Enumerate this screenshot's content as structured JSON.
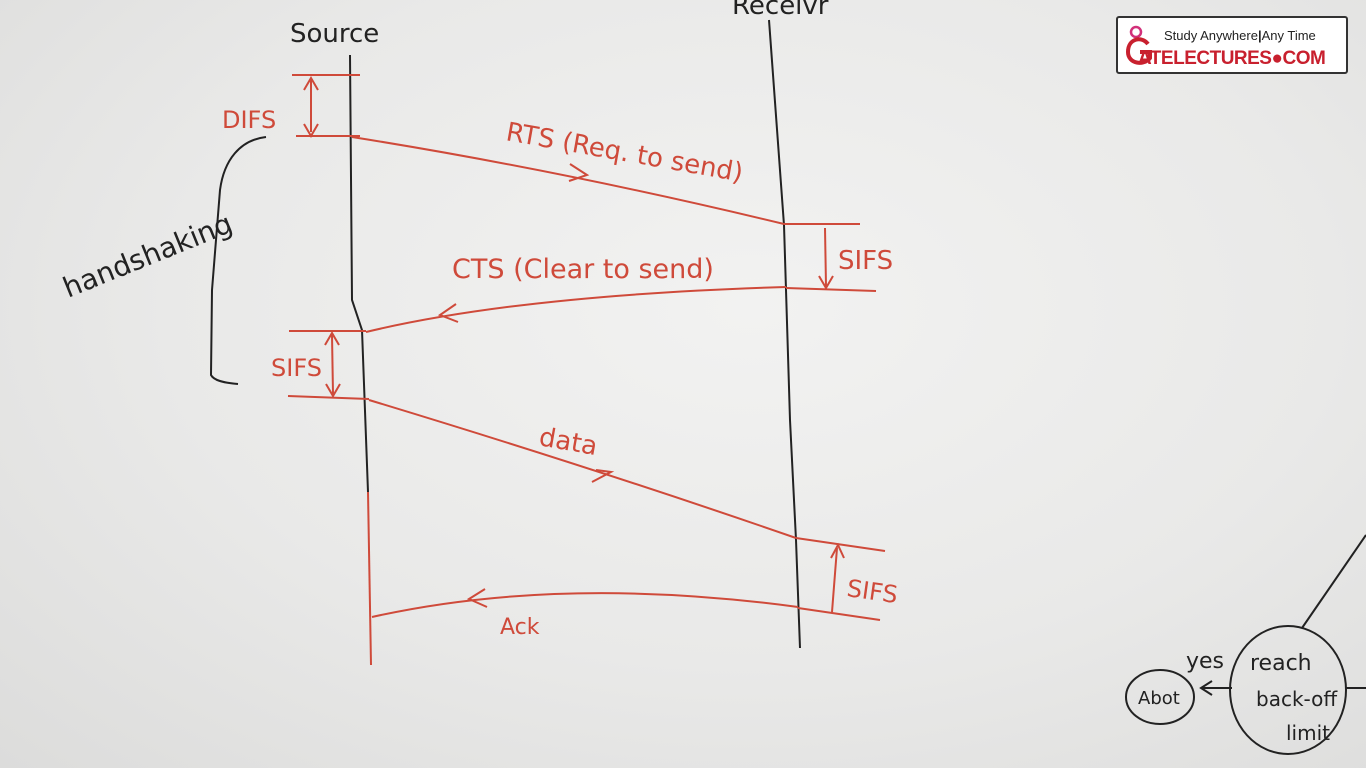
{
  "whiteboard": {
    "source_label": "Source",
    "receiver_label": "Receivr",
    "difs_label": "DIFS",
    "handshaking_label": "handshaking",
    "rts_label": "RTS (Req. to send)",
    "cts_label": "CTS (Clear to send)",
    "sifs_label_1": "SIFS",
    "sifs_label_2": "SIFS",
    "sifs_label_3": "SIFS",
    "data_label": "data",
    "ack_label": "Ack",
    "yes_label": "yes",
    "abort_label": "Abot",
    "reach_label_1": "reach",
    "reach_label_2": "back-off",
    "reach_label_3": "limit"
  },
  "logo": {
    "tagline_part1": "Study Anywhere",
    "tagline_part2": "Any Time",
    "brand": "ATELECTURES",
    "brand_suffix": "COM"
  },
  "colors": {
    "red_ink": "#cf4a3a",
    "black_ink": "#222222",
    "brand_red": "#c8202e"
  }
}
